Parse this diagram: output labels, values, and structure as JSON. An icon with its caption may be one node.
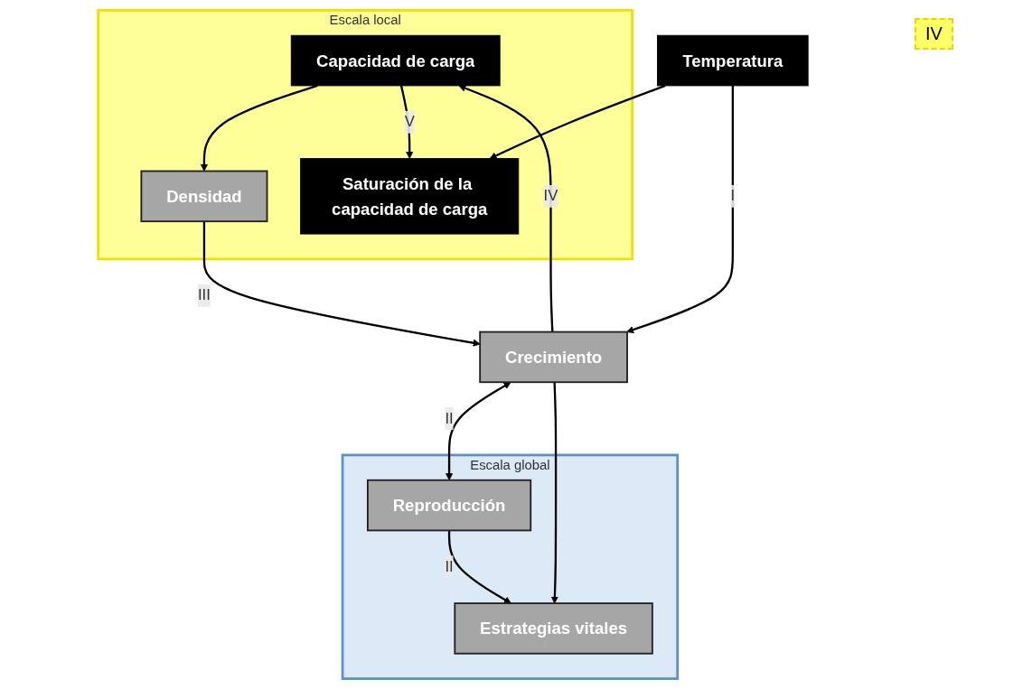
{
  "diagram": {
    "nodes": [
      {
        "text": [
          "Escala local"
        ]
      },
      {
        "text": [
          "Escala global"
        ]
      },
      {
        "text": [
          "Crecimiento"
        ]
      },
      {
        "text": [
          "Capacidad de carga"
        ],
        "in": 0
      },
      {
        "text": [
          "Densidad"
        ],
        "in": 0
      },
      {
        "text": [
          "Reproducción"
        ],
        "in": 1
      },
      {
        "text": [
          "Saturación de la capacidad de carga"
        ],
        "in": 0
      },
      {
        "text": [
          "Estrategias vitales"
        ],
        "in": 1
      },
      {
        "text": [
          "Temperatura"
        ]
      }
    ],
    "edges": [
      {
        "from": 2,
        "to": 3,
        "arrow": "to",
        "label": "IV"
      },
      {
        "from": 4,
        "to": 2,
        "arrow": "to",
        "label": "III"
      },
      {
        "from": 3,
        "to": 4,
        "arrow": "to"
      },
      {
        "from": 3,
        "to": 6,
        "arrow": "to",
        "label": "V"
      },
      {
        "from": 8,
        "to": 2,
        "arrow": "to",
        "label": "I"
      },
      {
        "from": 8,
        "to": 6,
        "arrow": "to"
      },
      {
        "from": 2,
        "to": 5,
        "arrow": "both",
        "label": "II"
      },
      {
        "from": 2,
        "to": 7,
        "arrow": "to"
      },
      {
        "from": 5,
        "to": 7,
        "arrow": "to",
        "label": "II"
      }
    ],
    "labels": [
      "IV"
    ]
  }
}
